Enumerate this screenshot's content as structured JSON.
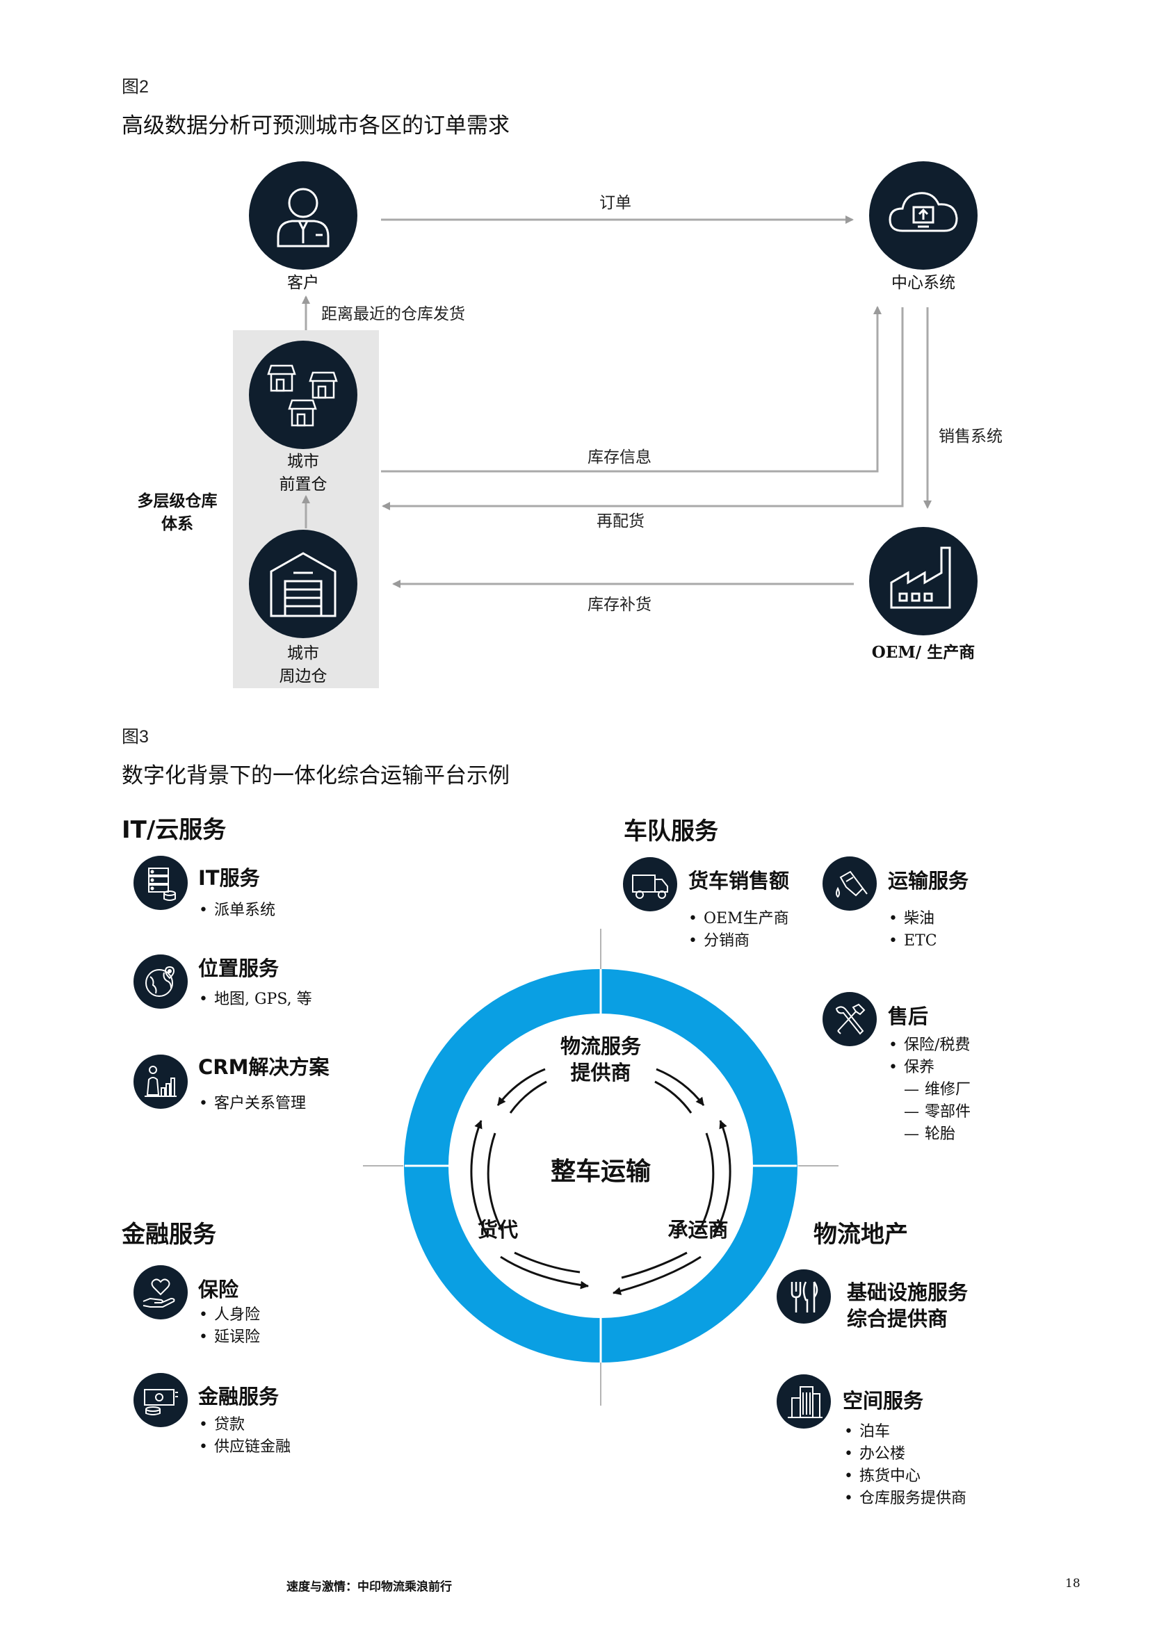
{
  "figure2": {
    "label": "图2",
    "title": "高级数据分析可预测城市各区的订单需求",
    "nodes": {
      "customer": "客户",
      "central": "中心系统",
      "front_wh_line1": "城市",
      "front_wh_line2": "前置仓",
      "peri_wh_line1": "城市",
      "peri_wh_line2": "周边仓",
      "oem": "OEM/ 生产商"
    },
    "group_label_line1": "多层级仓库",
    "group_label_line2": "体系",
    "edges": {
      "order": "订单",
      "ship_nearest": "距离最近的仓库发货",
      "inventory_info": "库存信息",
      "redistribute": "再配货",
      "sales_system": "销售系统",
      "replenish": "库存补货"
    }
  },
  "figure3": {
    "label": "图3",
    "title": "数字化背景下的一体化综合运输平台示例",
    "center": "整车运输",
    "ring_labels": {
      "top_line1": "物流服务",
      "top_line2": "提供商",
      "left": "货代",
      "right": "承运商"
    },
    "ring_color": "#0a9fe3",
    "sections": {
      "it_cloud": {
        "title": "IT/云服务",
        "services": [
          {
            "icon": "server-icon",
            "name": "IT服务",
            "items": [
              "派单系统"
            ]
          },
          {
            "icon": "globe-location-icon",
            "name": "位置服务",
            "items": [
              "地图, GPS, 等"
            ]
          },
          {
            "icon": "crm-chart-person-icon",
            "name": "CRM解决方案",
            "items": [
              "客户关系管理"
            ]
          }
        ]
      },
      "fleet": {
        "title": "车队服务",
        "truck_sales": {
          "icon": "truck-icon",
          "name": "货车销售额",
          "items": [
            "OEM生产商",
            "分销商"
          ]
        },
        "transport": {
          "icon": "fuel-nozzle-icon",
          "name": "运输服务",
          "items": [
            "柴油",
            "ETC"
          ]
        },
        "aftersales": {
          "icon": "wrench-hammer-icon",
          "name": "售后",
          "items": [
            "保险/税费",
            "保养"
          ],
          "subitems": [
            "维修厂",
            "零部件",
            "轮胎"
          ]
        }
      },
      "finance": {
        "title": "金融服务",
        "services": [
          {
            "icon": "heart-hand-icon",
            "name": "保险",
            "items": [
              "人身险",
              "延误险"
            ]
          },
          {
            "icon": "cash-coins-icon",
            "name": "金融服务",
            "items": [
              "贷款",
              "供应链金融"
            ]
          }
        ]
      },
      "logistics_property": {
        "title": "物流地产",
        "infrastructure": {
          "icon": "cutlery-icon",
          "name_line1": "基础设施服务",
          "name_line2": "综合提供商"
        },
        "space": {
          "icon": "buildings-icon",
          "name": "空间服务",
          "items": [
            "泊车",
            "办公楼",
            "拣货中心",
            "仓库服务提供商"
          ]
        }
      }
    }
  },
  "footer": {
    "title": "速度与激情：中印物流乘浪前行",
    "page": "18"
  }
}
